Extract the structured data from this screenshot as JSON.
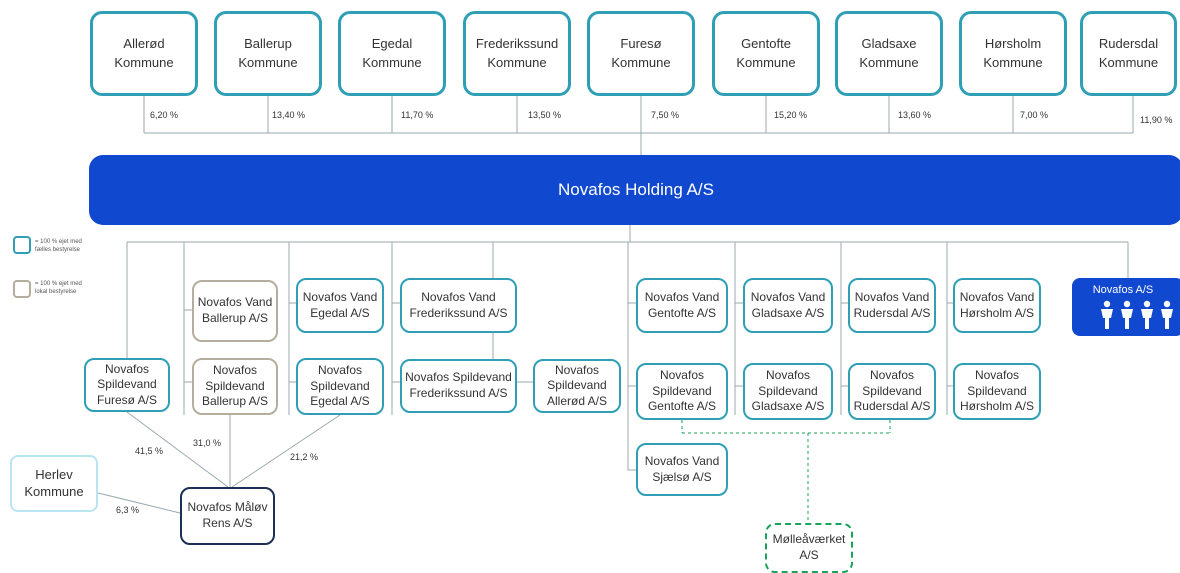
{
  "municipalities": [
    {
      "name": "Allerød\nKommune",
      "share": "6,20 %"
    },
    {
      "name": "Ballerup\nKommune",
      "share": "13,40 %"
    },
    {
      "name": "Egedal\nKommune",
      "share": "11,70 %"
    },
    {
      "name": "Frederikssund\nKommune",
      "share": "13,50 %"
    },
    {
      "name": "Furesø\nKommune",
      "share": "7,50 %"
    },
    {
      "name": "Gentofte\nKommune",
      "share": "15,20 %"
    },
    {
      "name": "Gladsaxe\nKommune",
      "share": "13,60 %"
    },
    {
      "name": "Hørsholm\nKommune",
      "share": "7,00 %"
    },
    {
      "name": "Rudersdal\nKommune",
      "share": "11,90 %"
    }
  ],
  "holding": "Novafos Holding A/S",
  "legend": {
    "fælles": "= 100 % ejet med\nfælles bestyrelse",
    "lokal": "= 100 % ejet med\nlokal bestyrelse"
  },
  "subsidiaries": {
    "spildevand_furesoe": "Novafos\nSpildevand\nFuresø A/S",
    "vand_ballerup": "Novafos Vand\nBallerup A/S",
    "spildevand_ballerup": "Novafos\nSpildevand\nBallerup A/S",
    "vand_egedal": "Novafos Vand\nEgedal A/S",
    "spildevand_egedal": "Novafos\nSpildevand\nEgedal A/S",
    "vand_frederikssund": "Novafos Vand\nFrederikssund A/S",
    "spildevand_frederikssund": "Novafos Spildevand\nFrederikssund A/S",
    "spildevand_alleroed": "Novafos\nSpildevand\nAllerød A/S",
    "vand_gentofte": "Novafos Vand\nGentofte A/S",
    "spildevand_gentofte": "Novafos\nSpildevand\nGentofte A/S",
    "vand_sjaelsoe": "Novafos Vand\nSjælsø A/S",
    "vand_gladsaxe": "Novafos Vand\nGladsaxe A/S",
    "spildevand_gladsaxe": "Novafos\nSpildevand\nGladsaxe A/S",
    "vand_rudersdal": "Novafos Vand\nRudersdal A/S",
    "spildevand_rudersdal": "Novafos\nSpildevand\nRudersdal A/S",
    "vand_hoersholm": "Novafos Vand\nHørsholm A/S",
    "spildevand_hoersholm": "Novafos\nSpildevand\nHørsholm A/S",
    "novafos_as": "Novafos A/S"
  },
  "herlev": "Herlev\nKommune",
  "malov": "Novafos Måløv\nRens A/S",
  "malov_shares": {
    "furesoe": "41,5 %",
    "ballerup": "31,0 %",
    "egedal": "21,2 %",
    "herlev": "6,3 %"
  },
  "molle": "Mølleåværket\nA/S",
  "colors": {
    "holding": "#1048cf",
    "border_faelles": "#2f9fb6",
    "border_lokal": "#b5ae9c",
    "border_malov": "#1c2f56",
    "border_molle": "#1aa35a",
    "border_herlev": "#b9e5f3"
  }
}
